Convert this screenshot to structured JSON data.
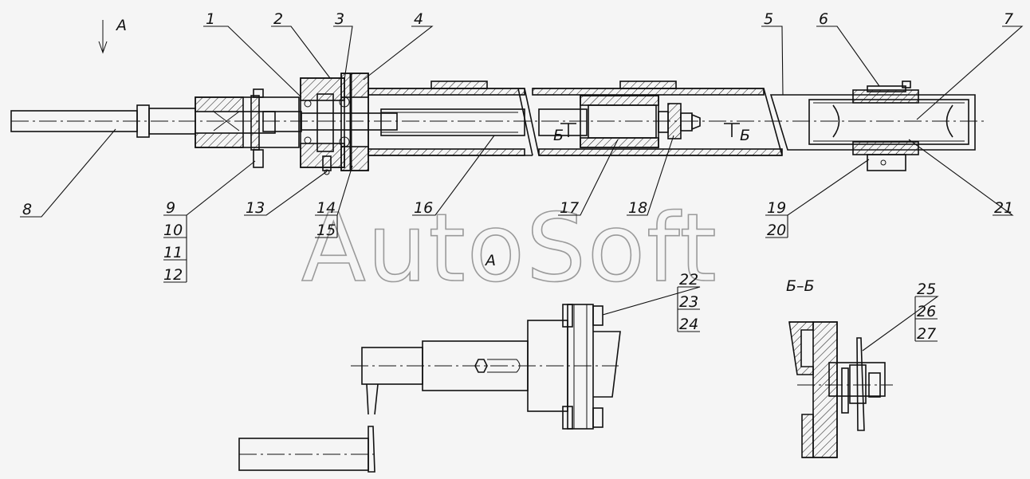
{
  "watermark": "AutoSoft",
  "view_arrow_label": "А",
  "view_a_label": "А",
  "section_label": "Б–Б",
  "section_marks": [
    "Б",
    "Б"
  ],
  "callouts": {
    "c1": "1",
    "c2": "2",
    "c3": "3",
    "c4": "4",
    "c5": "5",
    "c6": "6",
    "c7": "7",
    "c8": "8",
    "c9": "9",
    "c10": "10",
    "c11": "11",
    "c12": "12",
    "c13": "13",
    "c14": "14",
    "c15": "15",
    "c16": "16",
    "c17": "17",
    "c18": "18",
    "c19": "19",
    "c20": "20",
    "c21": "21",
    "c22": "22",
    "c23": "23",
    "c24": "24",
    "c25": "25",
    "c26": "26",
    "c27": "27"
  },
  "colors": {
    "line": "#111111",
    "background": "#f5f5f5",
    "watermark": "#9a9a9a"
  }
}
